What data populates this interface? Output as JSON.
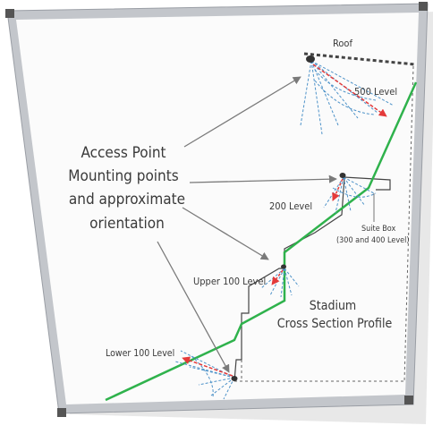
{
  "labels": {
    "roof": "Roof",
    "level_500": "500 Level",
    "level_200": "200 Level",
    "suite_box_1": "Suite Box",
    "suite_box_2": "(300 and 400 Level)",
    "upper_100": "Upper 100 Level",
    "lower_100": "Lower 100 Level",
    "stadium": "Stadium",
    "cross_section": "Cross Section Profile",
    "callout_line1": "Access Point",
    "callout_line2": "Mounting points",
    "callout_line3": "and approximate",
    "callout_line4": "orientation"
  },
  "colors": {
    "frame": "#b9bcc2",
    "board": "#fbfbfb",
    "seating_line": "#2fb24c",
    "coverage": "#4f93c9",
    "orientation": "#e43a3a",
    "arrow": "#7a7a7a",
    "structure": "#444444"
  }
}
